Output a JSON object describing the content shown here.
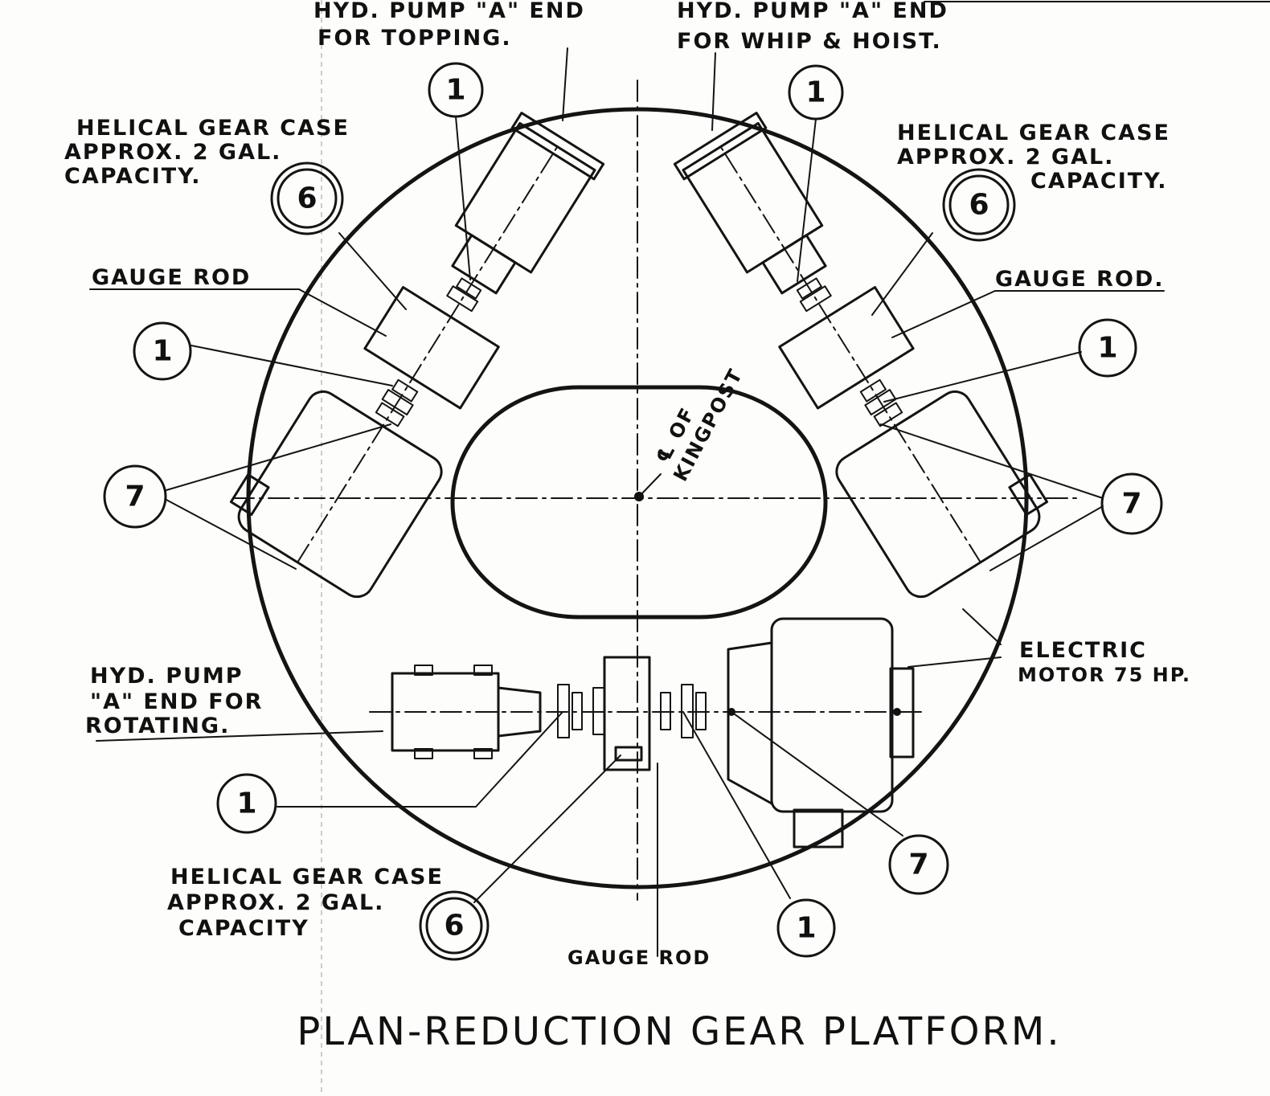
{
  "title": "PLAN-REDUCTION GEAR PLATFORM.",
  "kingpost_label": [
    "℄ OF",
    "KINGPOST"
  ],
  "labels": {
    "pump_topping": [
      "HYD. PUMP \"A\" END",
      "FOR  TOPPING."
    ],
    "pump_whip": [
      "HYD. PUMP \"A\" END",
      "FOR WHIP & HOIST."
    ],
    "gear_case_left": [
      "HELICAL GEAR CASE",
      "APPROX. 2 GAL.",
      "CAPACITY."
    ],
    "gear_case_right": [
      "HELICAL GEAR CASE",
      "APPROX. 2 GAL.",
      "CAPACITY."
    ],
    "gear_case_bottom": [
      "HELICAL GEAR CASE",
      "APPROX. 2 GAL.",
      "CAPACITY"
    ],
    "gauge_rod_left": "GAUGE ROD",
    "gauge_rod_right": "GAUGE ROD.",
    "gauge_rod_bottom": "GAUGE ROD",
    "pump_rotating": [
      "HYD. PUMP",
      "\"A\" END FOR",
      "ROTATING."
    ],
    "electric_motor": [
      "ELECTRIC",
      "MOTOR 75 HP."
    ]
  },
  "callouts": {
    "c1": "1",
    "c2": "1",
    "c3": "1",
    "c4": "1",
    "c5": "1",
    "c6": "1",
    "c7": "6",
    "c8": "6",
    "c9": "6",
    "c10": "7",
    "c11": "7",
    "c12": "7"
  }
}
